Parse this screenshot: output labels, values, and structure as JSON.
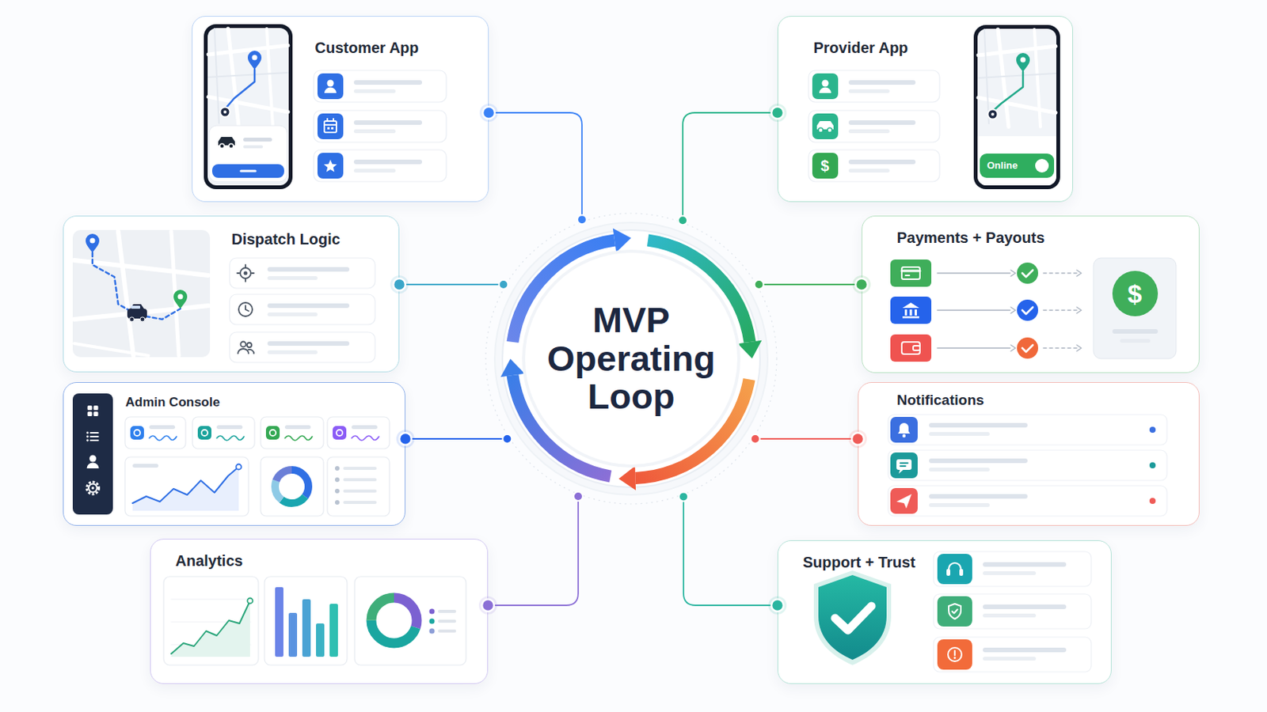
{
  "diagram": {
    "nodes": [
      {
        "text": [
          "Customer App"
        ]
      },
      {
        "text": [
          "Provider App"
        ]
      },
      {
        "text": [
          "Dispatch Logic"
        ]
      },
      {
        "text": [
          "MVP Operating Loop"
        ]
      },
      {
        "text": [
          "Payments + Payouts"
        ]
      },
      {
        "text": [
          "Admin Console"
        ]
      },
      {
        "text": [
          "Notifications"
        ]
      },
      {
        "text": [
          "Analytics"
        ]
      },
      {
        "text": [
          "Support + Trust"
        ]
      }
    ],
    "edges": [
      {
        "from": 0,
        "to": 3,
        "arrow": "none"
      },
      {
        "from": 1,
        "to": 3,
        "arrow": "none"
      },
      {
        "from": 2,
        "to": 3,
        "arrow": "none"
      },
      {
        "from": 4,
        "to": 3,
        "arrow": "none"
      },
      {
        "from": 5,
        "to": 3,
        "arrow": "none"
      },
      {
        "from": 6,
        "to": 3,
        "arrow": "none"
      },
      {
        "from": 7,
        "to": 3,
        "arrow": "none"
      },
      {
        "from": 8,
        "to": 3,
        "arrow": "none"
      }
    ],
    "labels": [
      "Online",
      "$",
      "$"
    ]
  }
}
